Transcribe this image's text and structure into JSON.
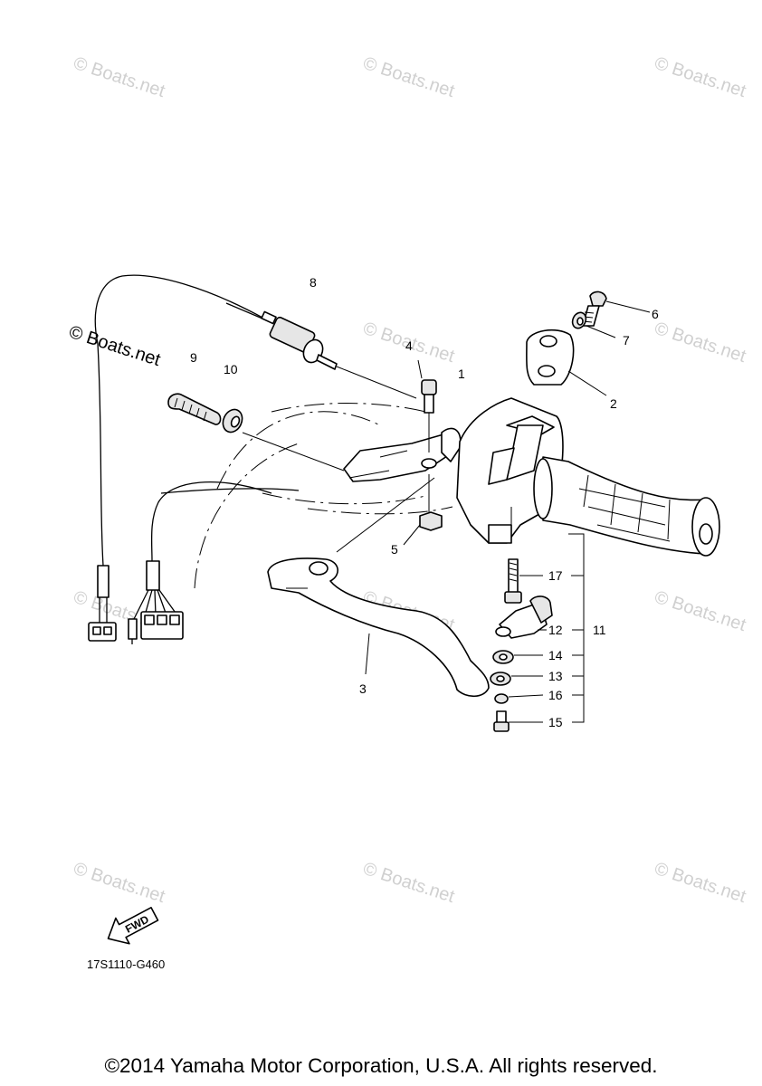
{
  "watermark_text": "© Boats.net",
  "callouts": [
    "1",
    "2",
    "3",
    "4",
    "5",
    "6",
    "7",
    "8",
    "9",
    "10",
    "11",
    "12",
    "13",
    "14",
    "15",
    "16",
    "17"
  ],
  "fwd_label": "FWD",
  "diagram_code": "17S1110-G460",
  "copyright": "©2014 Yamaha Motor Corporation, U.S.A. All rights reserved."
}
